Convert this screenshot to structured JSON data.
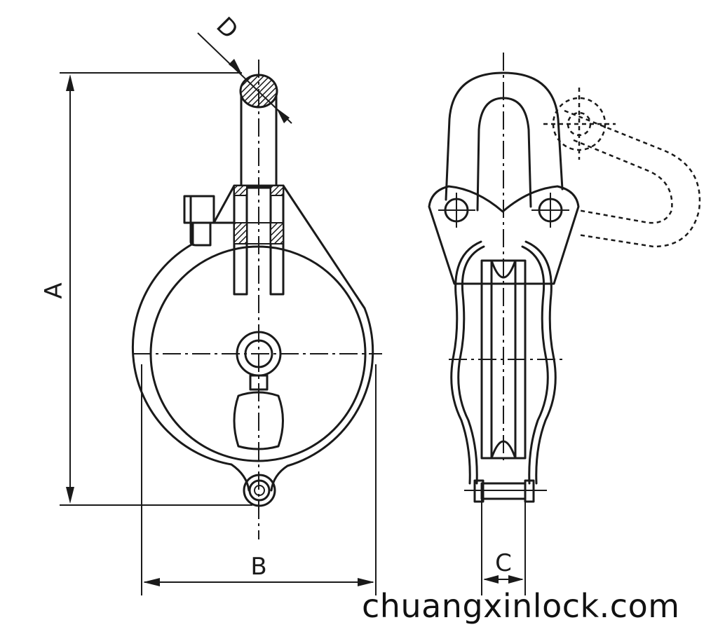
{
  "dimensions": {
    "a": "A",
    "b": "B",
    "c": "C",
    "d": "D"
  },
  "watermark": "chuangxinlock.com",
  "colors": {
    "line": "#1a1a1a",
    "background": "#ffffff"
  }
}
